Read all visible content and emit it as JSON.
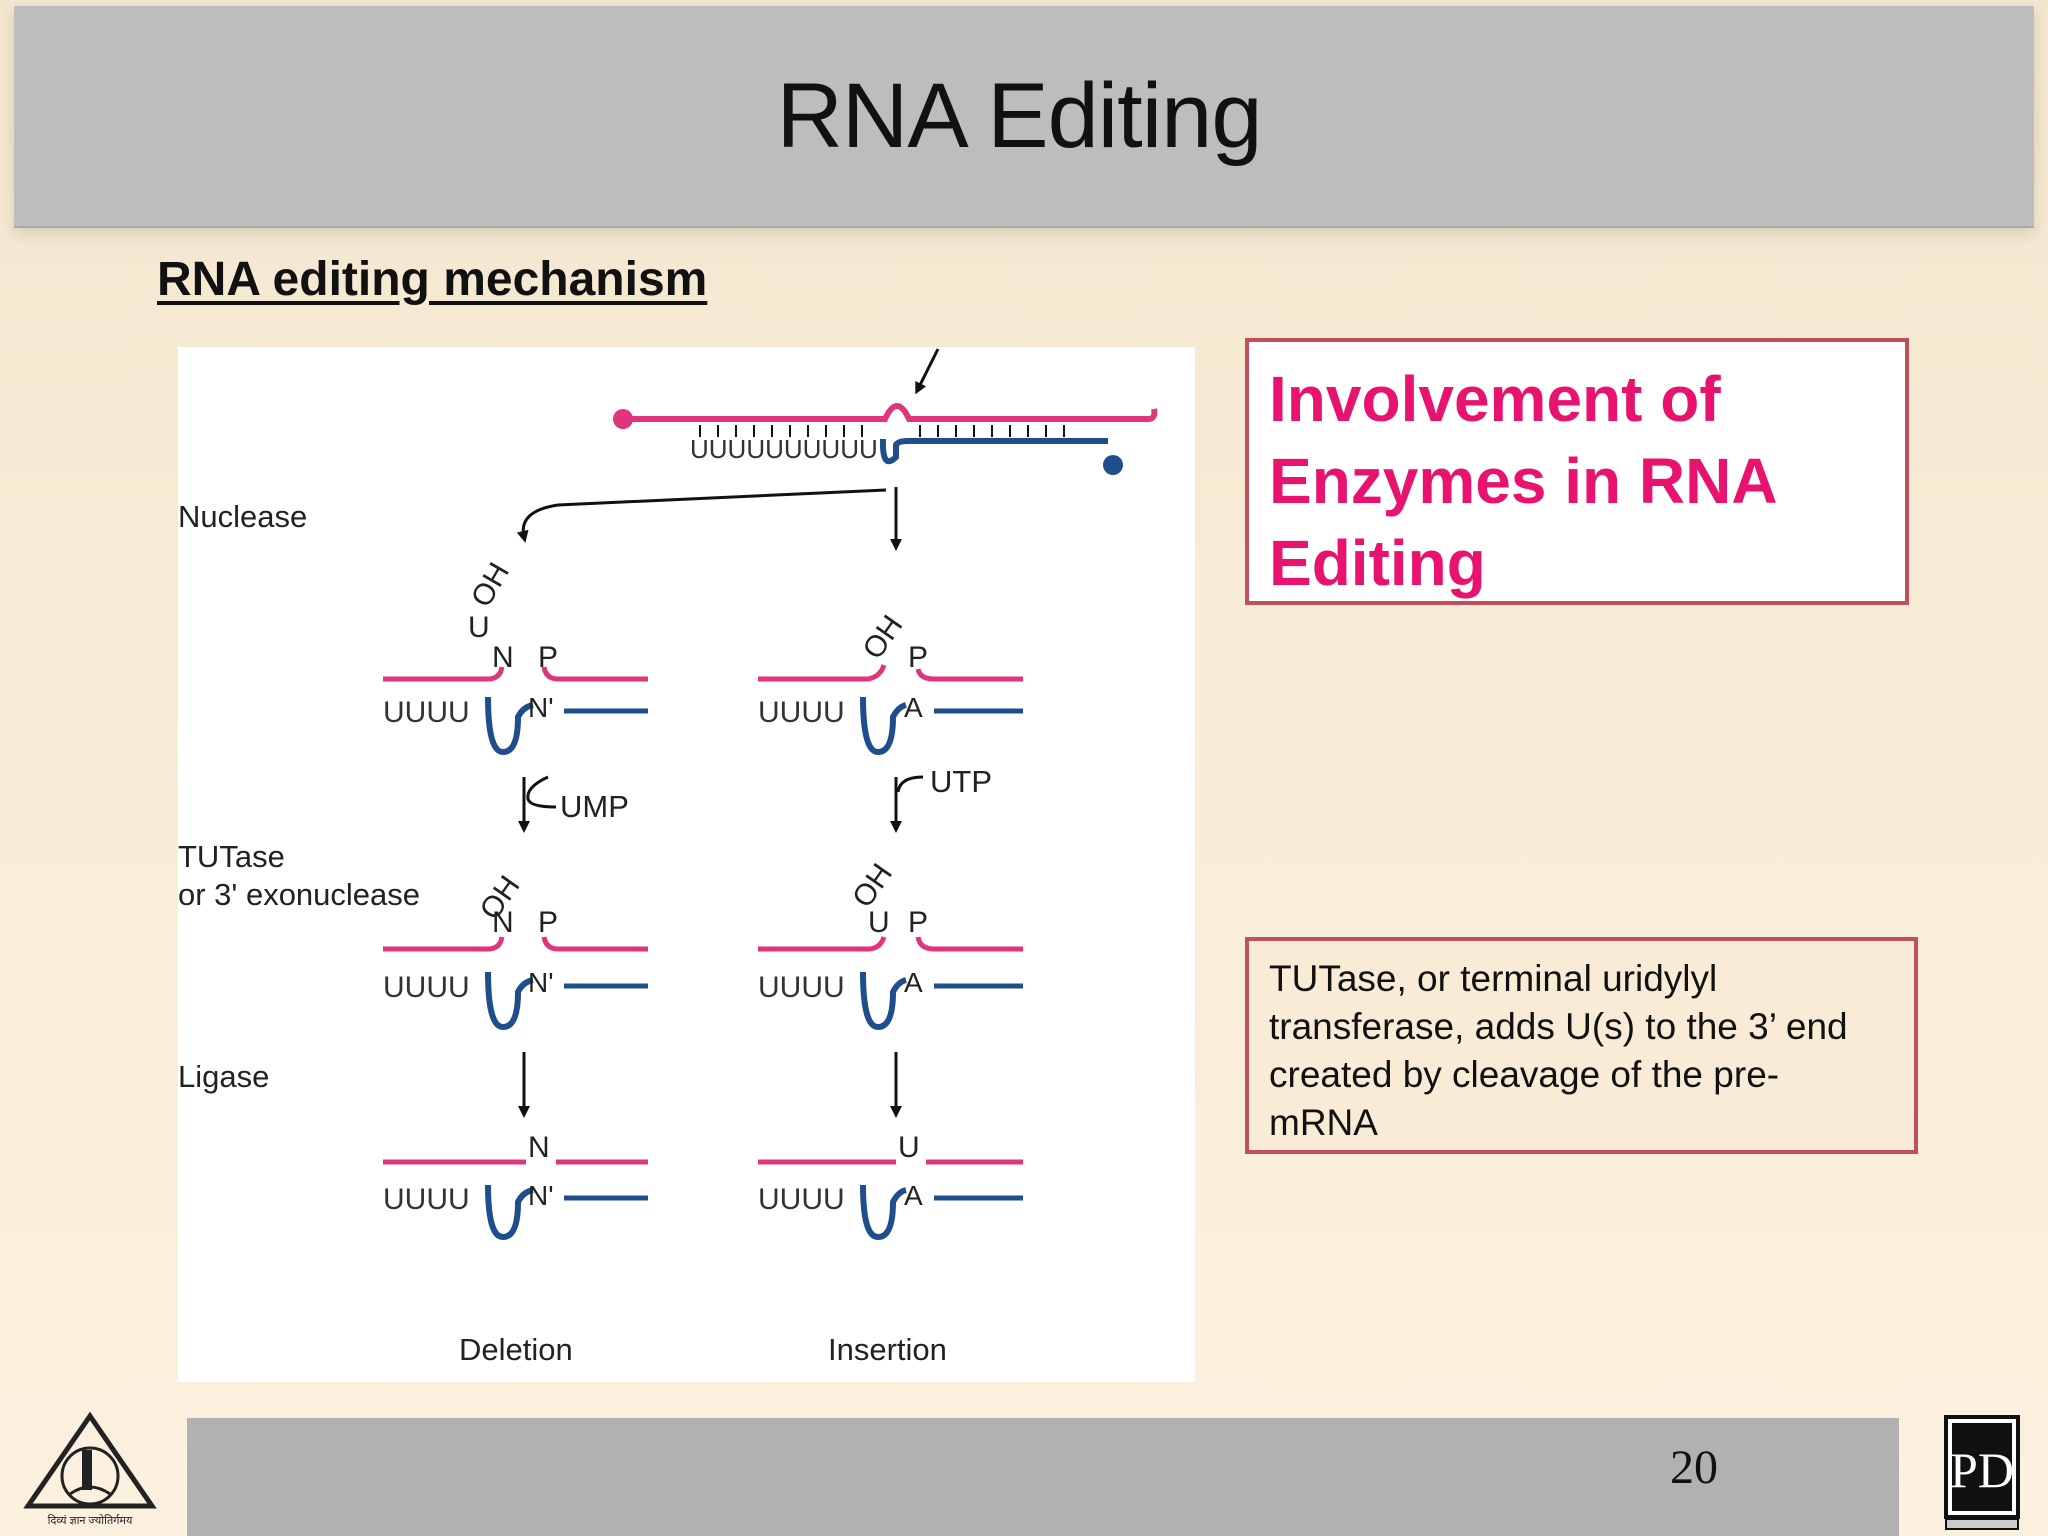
{
  "slide": {
    "title": "RNA Editing",
    "section_heading": "RNA editing mechanism",
    "page_number": "20"
  },
  "figure": {
    "step_labels": [
      "Nuclease",
      "TUTase",
      "or 3' exonuclease",
      "Ligase"
    ],
    "column_labels": [
      "Deletion",
      "Insertion"
    ],
    "top_sequence": "UUUUUUUUUU",
    "guide_u": "UUUU",
    "nucleotides": {
      "oh": "OH",
      "u": "U",
      "n": "N",
      "p": "P",
      "n_prime": "N'",
      "a": "A"
    },
    "reagents": [
      "UMP",
      "UTP"
    ],
    "colors": {
      "mrna": "#e0357d",
      "guide": "#1f4e8c"
    }
  },
  "textboxes": {
    "title_lines": [
      "Involvement of",
      "Enzymes in RNA",
      "Editing"
    ],
    "description_lines": [
      "TUTase, or terminal uridylyl",
      "transferase, adds U(s) to the 3’ end",
      "created by cleavage of the pre-",
      "mRNA"
    ]
  },
  "footer": {
    "left_logo_caption": "दिव्यं ज्ञान ज्योतिर्गमय",
    "right_logo_letters": "PD"
  }
}
